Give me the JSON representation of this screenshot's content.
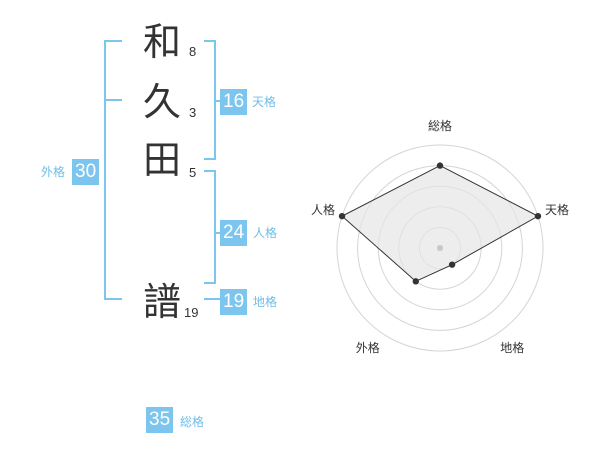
{
  "name": {
    "chars": [
      {
        "char": "和",
        "strokes": "8"
      },
      {
        "char": "久",
        "strokes": "3"
      },
      {
        "char": "田",
        "strokes": "5"
      },
      {
        "char": "譜",
        "strokes": "19"
      }
    ]
  },
  "grids": {
    "tenkaku": {
      "value": "16",
      "label": "天格"
    },
    "jinkaku": {
      "value": "24",
      "label": "人格"
    },
    "chikaku": {
      "value": "19",
      "label": "地格"
    },
    "gaikaku": {
      "value": "30",
      "label": "外格"
    },
    "soukaku": {
      "value": "35",
      "label": "総格"
    }
  },
  "colors": {
    "accent": "#7cc5ee",
    "label": "#6fbde8",
    "radar_fill": "#e6e6e6",
    "rings": "#d4d4d4",
    "line": "#333333"
  },
  "chart_data": {
    "type": "radar",
    "axes": [
      "総格",
      "天格",
      "地格",
      "外格",
      "人格"
    ],
    "values": [
      4,
      5,
      1,
      2,
      5
    ],
    "max": 5,
    "rings": 5
  }
}
